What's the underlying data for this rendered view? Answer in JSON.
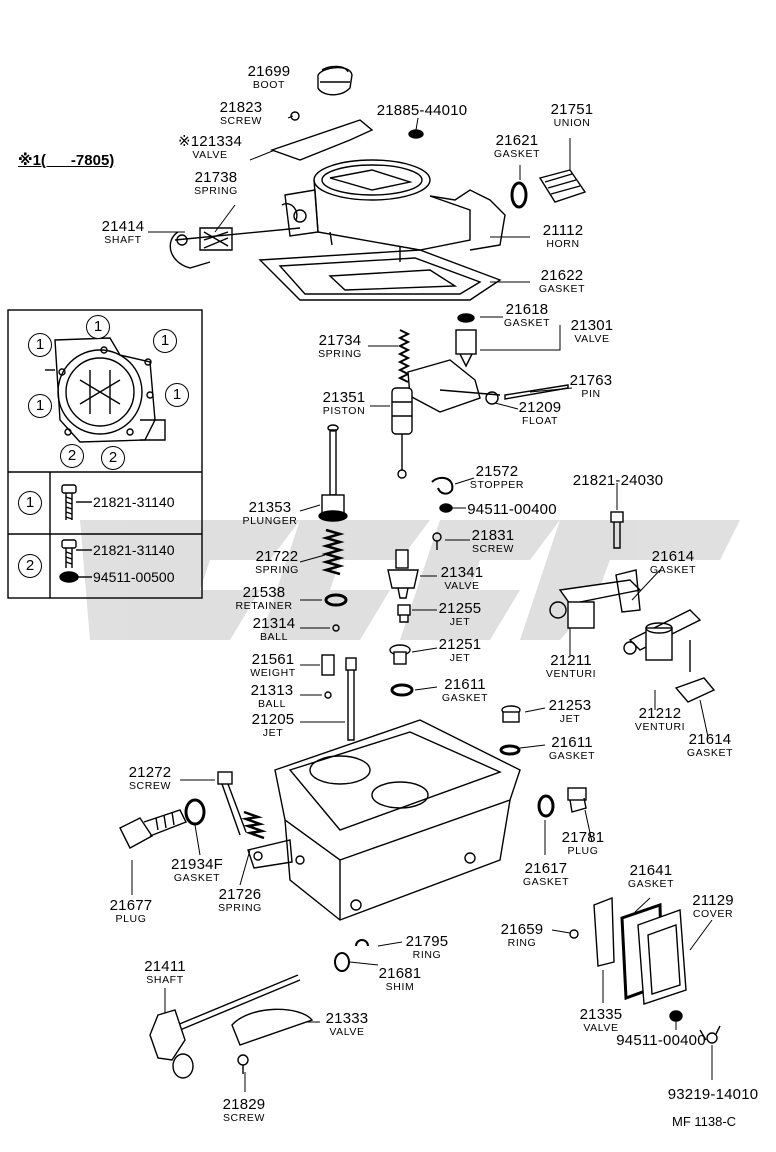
{
  "callouts": [
    {
      "id": "boot",
      "number": "21699",
      "name": "BOOT"
    },
    {
      "id": "screw-top",
      "number": "21823",
      "name": "SCREW"
    },
    {
      "id": "gasket-44010",
      "number": "21885-44010",
      "name": ""
    },
    {
      "id": "union",
      "number": "21751",
      "name": "UNION"
    },
    {
      "id": "valve-top",
      "number": "※121334",
      "name": "VALVE"
    },
    {
      "id": "gasket-union",
      "number": "21621",
      "name": "GASKET"
    },
    {
      "id": "spring-shaft",
      "number": "21738",
      "name": "SPRING"
    },
    {
      "id": "shaft-top",
      "number": "21414",
      "name": "SHAFT"
    },
    {
      "id": "horn",
      "number": "21112",
      "name": "HORN"
    },
    {
      "id": "gasket-base",
      "number": "21622",
      "name": "GASKET"
    },
    {
      "id": "gasket-valve",
      "number": "21618",
      "name": "GASKET"
    },
    {
      "id": "valve-needle",
      "number": "21301",
      "name": "VALVE"
    },
    {
      "id": "spring-piston",
      "number": "21734",
      "name": "SPRING"
    },
    {
      "id": "pin",
      "number": "21763",
      "name": "PIN"
    },
    {
      "id": "piston",
      "number": "21351",
      "name": "PISTON"
    },
    {
      "id": "float",
      "number": "21209",
      "name": "FLOAT"
    },
    {
      "id": "stopper",
      "number": "21572",
      "name": "STOPPER"
    },
    {
      "id": "washer-00400-mid",
      "number": "94511-00400",
      "name": ""
    },
    {
      "id": "screw-24030",
      "number": "21821-24030",
      "name": ""
    },
    {
      "id": "plunger",
      "number": "21353",
      "name": "PLUNGER"
    },
    {
      "id": "screw-mid",
      "number": "21831",
      "name": "SCREW"
    },
    {
      "id": "spring-plunger",
      "number": "21722",
      "name": "SPRING"
    },
    {
      "id": "valve-power",
      "number": "21341",
      "name": "VALVE"
    },
    {
      "id": "gasket-venturi-top",
      "number": "21614",
      "name": "GASKET"
    },
    {
      "id": "retainer",
      "number": "21538",
      "name": "RETAINER"
    },
    {
      "id": "jet-21255",
      "number": "21255",
      "name": "JET"
    },
    {
      "id": "ball-21314",
      "number": "21314",
      "name": "BALL"
    },
    {
      "id": "jet-21251",
      "number": "21251",
      "name": "JET"
    },
    {
      "id": "venturi-1",
      "number": "21211",
      "name": "VENTURI"
    },
    {
      "id": "weight",
      "number": "21561",
      "name": "WEIGHT"
    },
    {
      "id": "gasket-jet",
      "number": "21611",
      "name": "GASKET"
    },
    {
      "id": "ball-21313",
      "number": "21313",
      "name": "BALL"
    },
    {
      "id": "jet-21253",
      "number": "21253",
      "name": "JET"
    },
    {
      "id": "venturi-2",
      "number": "21212",
      "name": "VENTURI"
    },
    {
      "id": "jet-21205",
      "number": "21205",
      "name": "JET"
    },
    {
      "id": "gasket-venturi-bot",
      "number": "21614",
      "name": "GASKET"
    },
    {
      "id": "gasket-jet-2",
      "number": "21611",
      "name": "GASKET"
    },
    {
      "id": "screw-adjust",
      "number": "21272",
      "name": "SCREW"
    },
    {
      "id": "gasket-plug-small",
      "number": "21617",
      "name": "GASKET"
    },
    {
      "id": "plug-small",
      "number": "21781",
      "name": "PLUG"
    },
    {
      "id": "gasket-plug",
      "number": "21934F",
      "name": "GASKET"
    },
    {
      "id": "plug-large",
      "number": "21677",
      "name": "PLUG"
    },
    {
      "id": "spring-adjust",
      "number": "21726",
      "name": "SPRING"
    },
    {
      "id": "gasket-cover",
      "number": "21641",
      "name": "GASKET"
    },
    {
      "id": "cover",
      "number": "21129",
      "name": "COVER"
    },
    {
      "id": "ring-cover",
      "number": "21659",
      "name": "RING"
    },
    {
      "id": "ring-shaft",
      "number": "21795",
      "name": "RING"
    },
    {
      "id": "shim",
      "number": "21681",
      "name": "SHIM"
    },
    {
      "id": "shaft-bottom",
      "number": "21411",
      "name": "SHAFT"
    },
    {
      "id": "valve-throttle",
      "number": "21333",
      "name": "VALVE"
    },
    {
      "id": "valve-cover",
      "number": "21335",
      "name": "VALVE"
    },
    {
      "id": "screw-bottom",
      "number": "21829",
      "name": "SCREW"
    },
    {
      "id": "washer-00400-bot",
      "number": "94511-00400",
      "name": ""
    },
    {
      "id": "screw-14010",
      "number": "93219-14010",
      "name": ""
    }
  ],
  "note": "※1(      -7805)",
  "inset": {
    "circle_1": "1",
    "circle_2": "2",
    "row1_part": "21821-31140",
    "row2_part_a": "21821-31140",
    "row2_part_b": "94511-00500"
  },
  "figure_code": "MF 1138-C",
  "colors": {
    "ink": "#000000",
    "paper": "#ffffff",
    "watermark": "#d9d9d9"
  }
}
